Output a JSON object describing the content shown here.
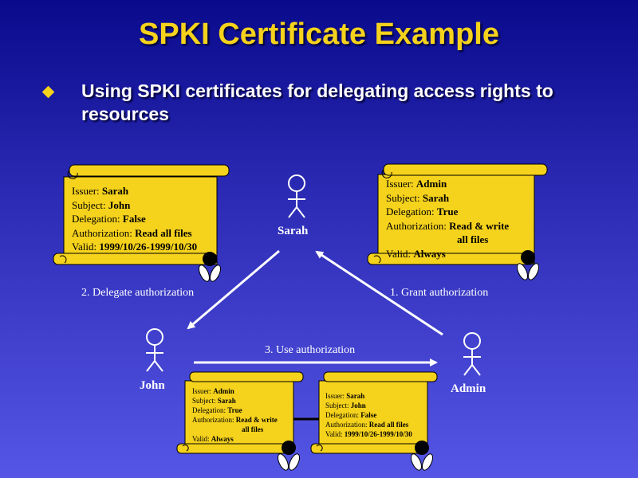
{
  "title": "SPKI Certificate Example",
  "bullet": "Using SPKI certificates for delegating access rights to resources",
  "people": {
    "sarah": "Sarah",
    "john": "John",
    "admin": "Admin"
  },
  "arrows": {
    "delegate": "2. Delegate authorization",
    "grant": "1. Grant authorization",
    "use": "3. Use authorization"
  },
  "cert_top_left": {
    "issuer_label": "Issuer:",
    "issuer": "Sarah",
    "subject_label": "Subject:",
    "subject": "John",
    "delegation_label": "Delegation:",
    "delegation": "False",
    "authorization_label": "Authorization:",
    "authorization": "Read all files",
    "valid_label": "Valid:",
    "valid": "1999/10/26-1999/10/30"
  },
  "cert_top_right": {
    "issuer_label": "Issuer:",
    "issuer": "Admin",
    "subject_label": "Subject:",
    "subject": "Sarah",
    "delegation_label": "Delegation:",
    "delegation": "True",
    "authorization_label": "Authorization:",
    "authorization": "Read & write",
    "authorization_cont": "all files",
    "valid_label": "Valid:",
    "valid": "Always"
  },
  "cert_bottom_left": {
    "issuer_label": "Issuer:",
    "issuer": "Admin",
    "subject_label": "Subject:",
    "subject": "Sarah",
    "delegation_label": "Delegation:",
    "delegation": "True",
    "authorization_label": "Authorization:",
    "authorization": "Read & write",
    "authorization_cont": "all files",
    "valid_label": "Valid:",
    "valid": "Always"
  },
  "cert_bottom_right": {
    "issuer_label": "Issuer:",
    "issuer": "Sarah",
    "subject_label": "Subject:",
    "subject": "John",
    "delegation_label": "Delegation:",
    "delegation": "False",
    "authorization_label": "Authorization:",
    "authorization": "Read all files",
    "valid_label": "Valid:",
    "valid": "1999/10/26-1999/10/30"
  },
  "colors": {
    "title": "#f5d21c",
    "scroll": "#f5d21c",
    "text": "#ffffff"
  }
}
